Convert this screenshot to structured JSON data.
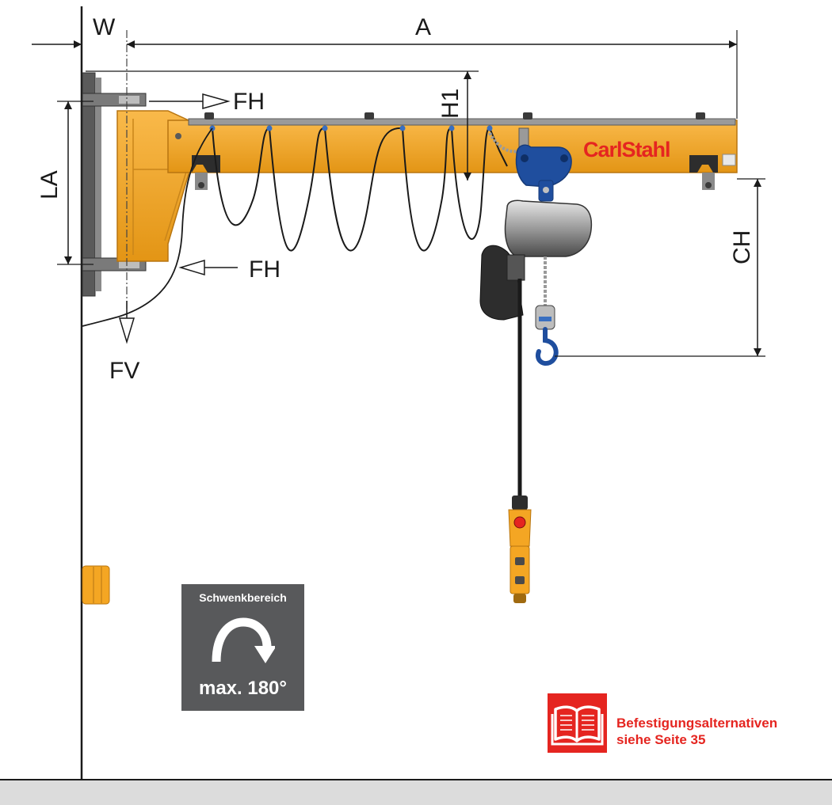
{
  "dimensions": {
    "W": "W",
    "A": "A",
    "H1": "H1",
    "LA": "LA",
    "CH": "CH"
  },
  "forces": {
    "fh_top": "FH",
    "fh_bottom": "FH",
    "fv": "FV"
  },
  "brand": {
    "part1": "Carl",
    "part2": "Stahl"
  },
  "swing_range": {
    "title": "Schwenkbereich",
    "value": "max. 180°"
  },
  "reference": {
    "line1": "Befestigungsalternativen",
    "line2": "siehe Seite 35"
  },
  "colors": {
    "crane_yellow": "#f4a623",
    "trolley_blue": "#1f4e9e",
    "brand_red": "#e52520",
    "panel_grey": "#58595b",
    "floor_grey": "#dcdcdc"
  }
}
